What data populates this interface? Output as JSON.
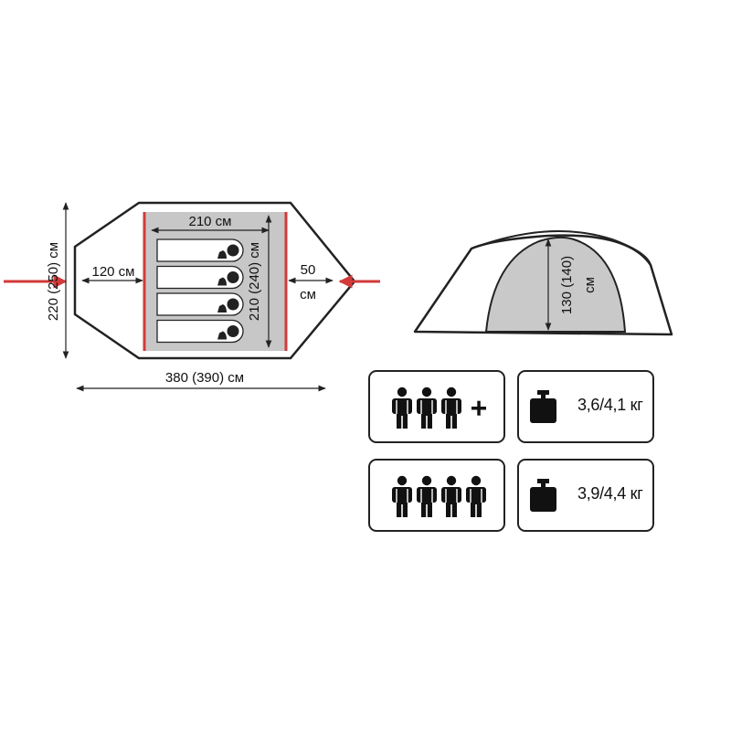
{
  "floor_plan": {
    "overall_width": "220 (250) см",
    "overall_length": "380 (390) см",
    "vestibule_depth": "120 см",
    "rear_depth_value": "50",
    "rear_depth_unit": "см",
    "inner_width": "210 см",
    "inner_length": "210 (240) см",
    "sleeping_places": 4,
    "colors": {
      "outline": "#222222",
      "floor_fill": "#c7c7c7",
      "inner_wall": "#d23a3a",
      "arrow": "#d23a3a"
    }
  },
  "side_view": {
    "height": "130 (140)",
    "height_unit": "см",
    "colors": {
      "door_fill": "#c9c9c9",
      "outline": "#222222"
    }
  },
  "specs": [
    {
      "capacity_icon": "three-persons-plus-icon",
      "weight_icon": "weight-icon",
      "weight": "3,6/4,1 кг"
    },
    {
      "capacity_icon": "four-persons-icon",
      "weight_icon": "weight-icon",
      "weight": "3,9/4,4 кг"
    }
  ]
}
